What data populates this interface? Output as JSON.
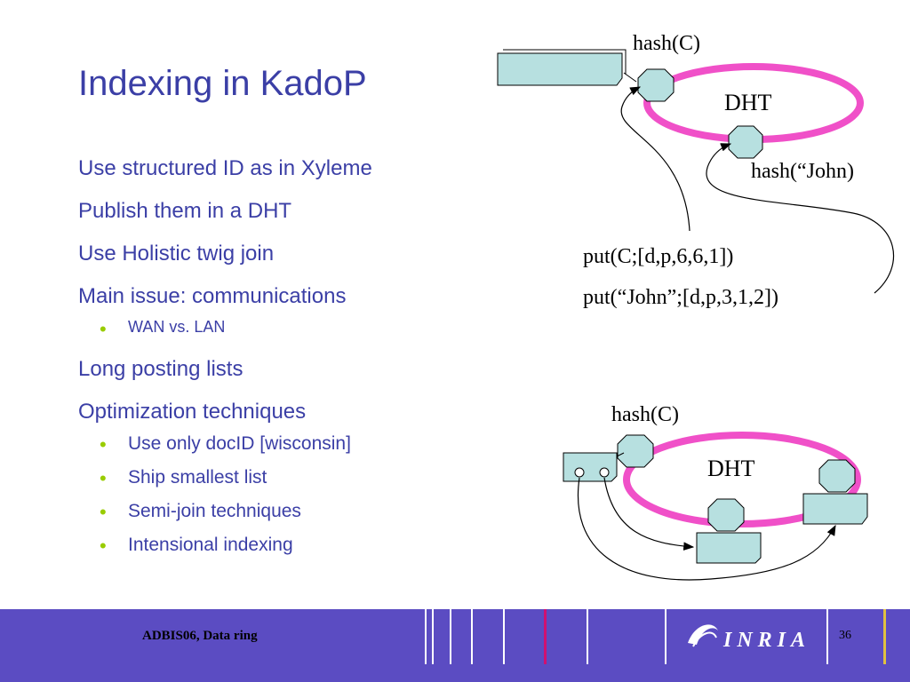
{
  "slide": {
    "title": "Indexing in KadoP",
    "bullets": [
      {
        "text": "Use structured ID as in Xyleme",
        "sub": []
      },
      {
        "text": "Publish them in a DHT",
        "sub": []
      },
      {
        "text": "Use Holistic twig join",
        "sub": []
      },
      {
        "text": "Main issue: communications",
        "sub": [
          "WAN vs. LAN"
        ]
      },
      {
        "text": "Long posting lists",
        "sub": []
      },
      {
        "text": "Optimization techniques",
        "sub": [
          "Use only docID [wisconsin]",
          "Ship smallest list",
          "Semi-join techniques",
          "Intensional indexing"
        ]
      }
    ]
  },
  "diagram_top": {
    "hash_c": "hash(C)",
    "dht": "DHT",
    "hash_john": "hash(“John)",
    "put_c": "put(C;[d,p,6,6,1])",
    "put_john": "put(“John”;[d,p,3,1,2])"
  },
  "diagram_bottom": {
    "hash_c": "hash(C)",
    "dht": "DHT"
  },
  "footer": {
    "text": "ADBIS06, Data ring",
    "page_number": "36",
    "logo_text": "INRIA"
  },
  "colors": {
    "title": "#3b3fa6",
    "bullet_dot": "#99cc00",
    "ring": "#f050c8",
    "node_fill": "#b7e0e0",
    "footer_bg": "#5b4cc2"
  }
}
